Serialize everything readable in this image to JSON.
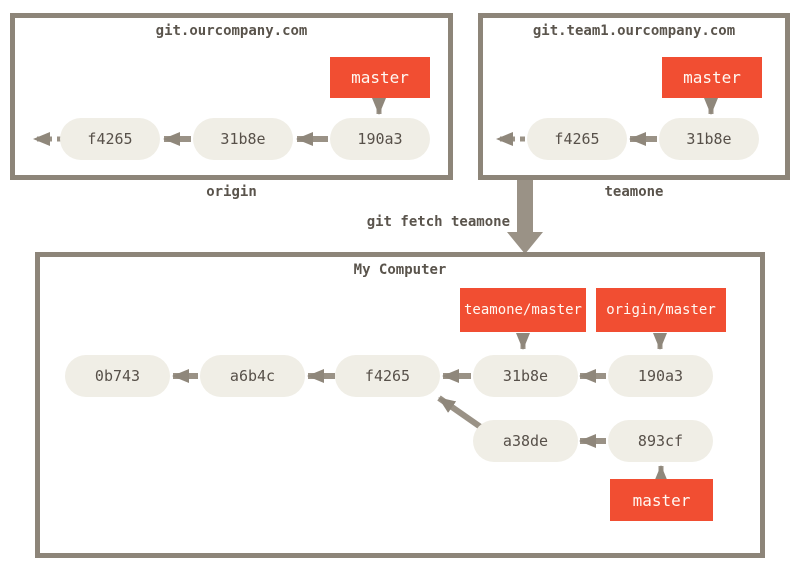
{
  "remotes": {
    "origin": {
      "title": "git.ourcompany.com",
      "caption": "origin",
      "branch_label": "master",
      "commits": [
        "f4265",
        "31b8e",
        "190a3"
      ]
    },
    "teamone": {
      "title": "git.team1.ourcompany.com",
      "caption": "teamone",
      "branch_label": "master",
      "commits": [
        "f4265",
        "31b8e"
      ]
    }
  },
  "fetch_label": "git fetch teamone",
  "local": {
    "title": "My Computer",
    "remote_branch_labels": [
      "teamone/master",
      "origin/master"
    ],
    "branch_label": "master",
    "mainline_commits": [
      "0b743",
      "a6b4c",
      "f4265",
      "31b8e",
      "190a3"
    ],
    "topic_commits": [
      "a38de",
      "893cf"
    ]
  },
  "colors": {
    "accent_red": "#f14e32",
    "node_fill": "#f0eee6",
    "arrow": "#9a9286",
    "arrowhead": "#8f877b",
    "box_border": "#8d8579",
    "text_dark": "#575049",
    "label_text": "#fff8f2",
    "background": "#ffffff"
  }
}
